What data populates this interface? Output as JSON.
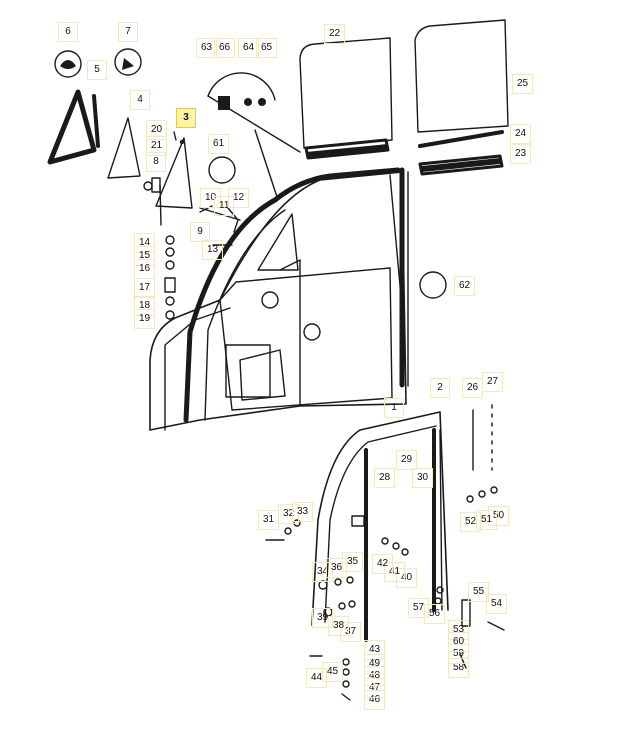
{
  "diagram": {
    "highlighted": "3",
    "colors": {
      "stroke": "#1a1a1a",
      "highlight": "#fff4a8",
      "label_border": "#f4e7c4"
    },
    "labels": [
      "1",
      "2",
      "3",
      "4",
      "5",
      "6",
      "7",
      "8",
      "9",
      "10",
      "11",
      "12",
      "13",
      "14",
      "15",
      "16",
      "17",
      "18",
      "19",
      "20",
      "21",
      "22",
      "23",
      "24",
      "25",
      "26",
      "27",
      "28",
      "29",
      "30",
      "31",
      "32",
      "33",
      "34",
      "35",
      "36",
      "37",
      "38",
      "39",
      "40",
      "41",
      "42",
      "43",
      "44",
      "45",
      "46",
      "47",
      "48",
      "49",
      "50",
      "51",
      "52",
      "53",
      "54",
      "55",
      "56",
      "57",
      "58",
      "59",
      "60",
      "61",
      "62",
      "63",
      "64",
      "65",
      "66"
    ]
  }
}
